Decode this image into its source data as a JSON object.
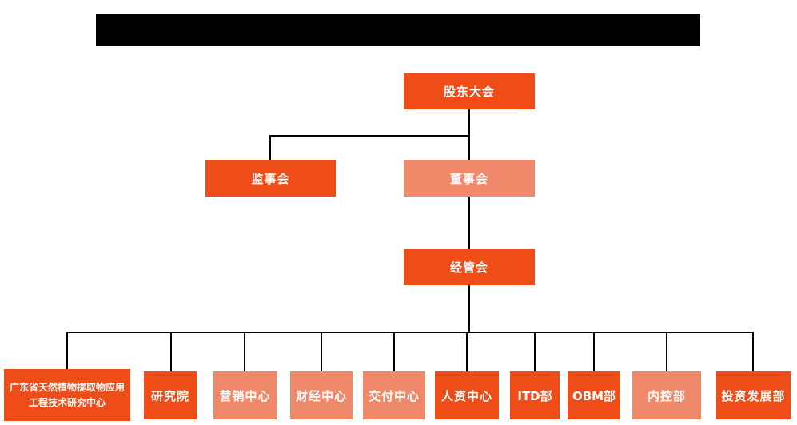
{
  "colors": {
    "primary": "#ee4d17",
    "secondary": "#f0886a",
    "connector": "#000000",
    "label_text": "#ffffff",
    "page_background": "#ffffff",
    "title_bar": "#000000"
  },
  "org_chart": {
    "root": {
      "label": "股东大会"
    },
    "level2": [
      {
        "id": "supervisory-board",
        "label": "监事会",
        "color": "primary"
      },
      {
        "id": "board-of-directors",
        "label": "董事会",
        "color": "secondary"
      }
    ],
    "level3": [
      {
        "id": "management-committee",
        "label": "经管会",
        "color": "primary"
      }
    ],
    "departments": [
      {
        "id": "guangdong-research-center",
        "label": "广东省天然植物提取物应用工程技术研究中心",
        "color": "primary"
      },
      {
        "id": "research-institute",
        "label": "研究院",
        "color": "primary"
      },
      {
        "id": "marketing-center",
        "label": "营销中心",
        "color": "secondary"
      },
      {
        "id": "finance-center",
        "label": "财经中心",
        "color": "secondary"
      },
      {
        "id": "delivery-center",
        "label": "交付中心",
        "color": "secondary"
      },
      {
        "id": "hr-center",
        "label": "人资中心",
        "color": "primary"
      },
      {
        "id": "itd-dept",
        "label": "ITD部",
        "color": "primary"
      },
      {
        "id": "obm-dept",
        "label": "OBM部",
        "color": "primary"
      },
      {
        "id": "internal-control-dept",
        "label": "内控部",
        "color": "secondary"
      },
      {
        "id": "investment-development-dept",
        "label": "投资发展部",
        "color": "primary"
      }
    ]
  }
}
